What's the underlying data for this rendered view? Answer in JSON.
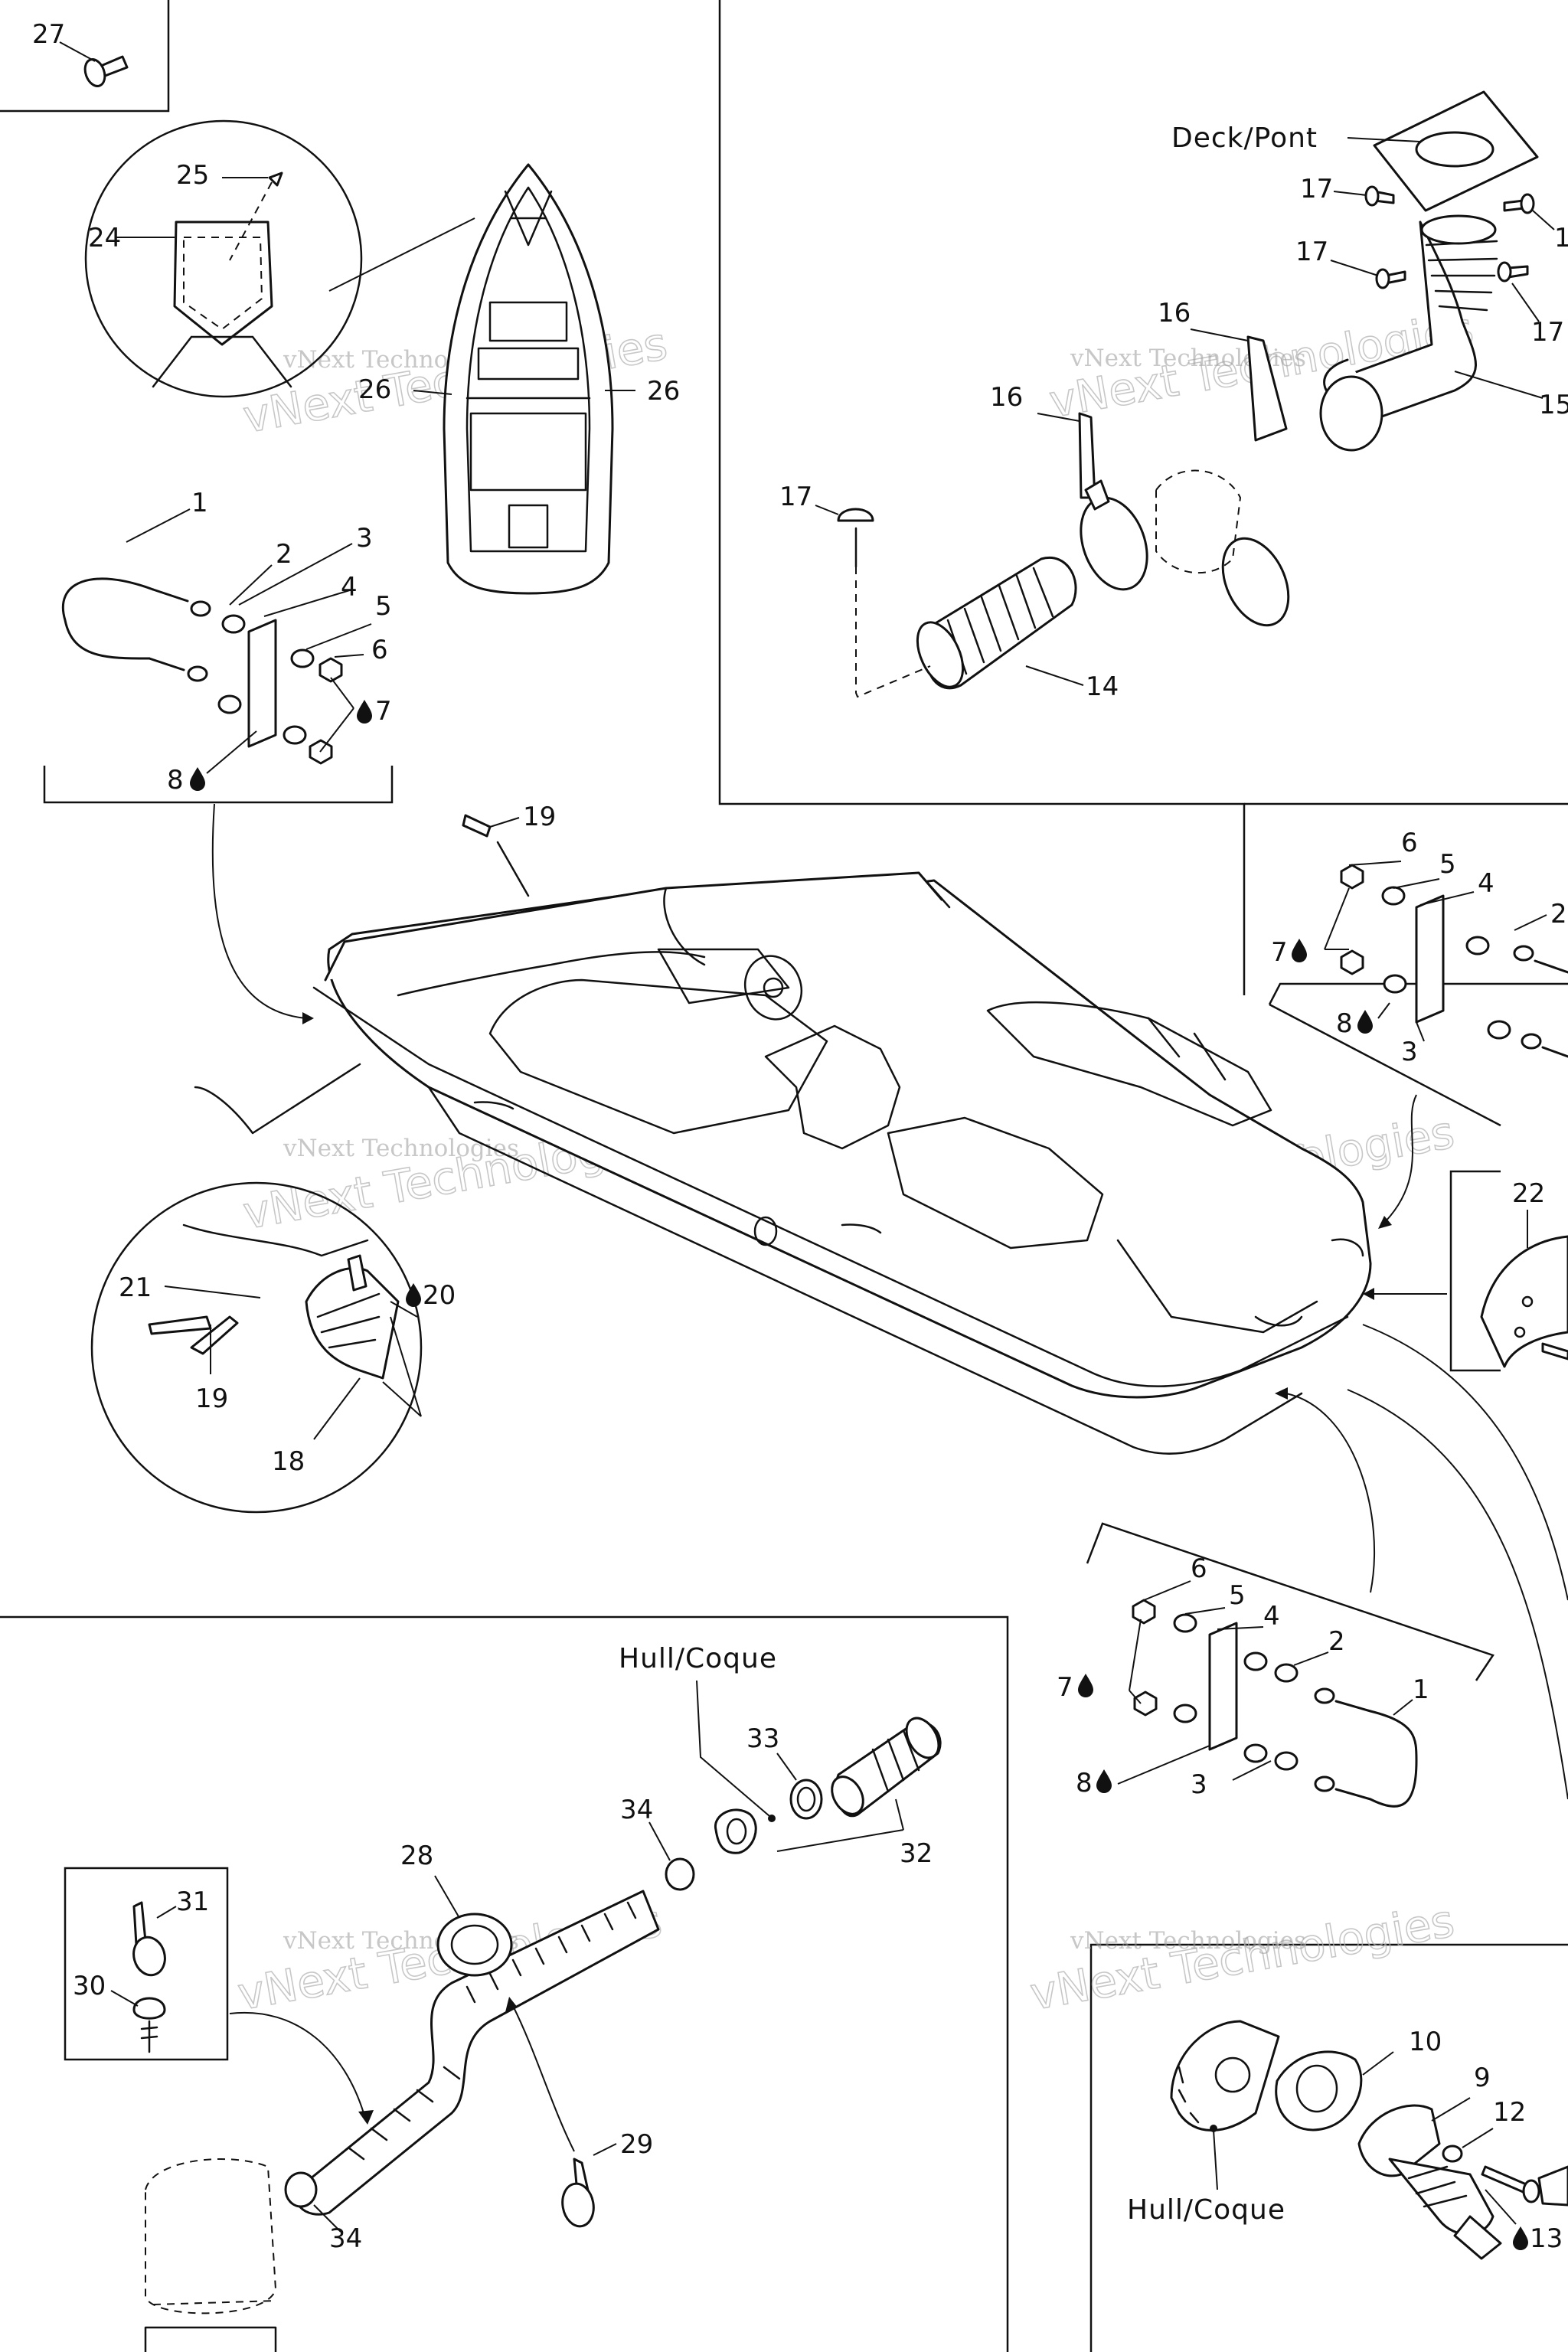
{
  "diagram": {
    "callouts": {
      "c27": "27",
      "c25": "25",
      "c24": "24",
      "c26a": "26",
      "c26b": "26",
      "c1a": "1",
      "c2a": "2",
      "c3a": "3",
      "c4a": "4",
      "c5a": "5",
      "c6a": "6",
      "c7a": "7",
      "c8a": "8",
      "c17a": "17",
      "c17b": "17",
      "c17c": "17",
      "c17d": "17",
      "c17e": "1",
      "c16a": "16",
      "c16b": "16",
      "c15": "15",
      "c14": "14",
      "c19a": "19",
      "c19b": "19",
      "c21": "21",
      "c20": "20",
      "c18": "18",
      "c6b": "6",
      "c5b": "5",
      "c4b": "4",
      "c2b": "2",
      "c7b": "7",
      "c8b": "8",
      "c3b": "3",
      "c22": "22",
      "c6c": "6",
      "c5c": "5",
      "c4c": "4",
      "c2c": "2",
      "c1c": "1",
      "c7c": "7",
      "c8c": "8",
      "c3c": "3",
      "c33": "33",
      "c34a": "34",
      "c34b": "34",
      "c32": "32",
      "c28": "28",
      "c31": "31",
      "c30": "30",
      "c29": "29",
      "c10": "10",
      "c9": "9",
      "c12": "12",
      "c13": "13"
    },
    "labels": {
      "deck": "Deck/Pont",
      "hull_top": "Hull/Coque",
      "hull_bottom": "Hull/Coque"
    },
    "watermark": {
      "small": "vNext Technologies",
      "big": "vNext Technologies"
    },
    "icons": [
      "sealant-drop-icon"
    ]
  }
}
